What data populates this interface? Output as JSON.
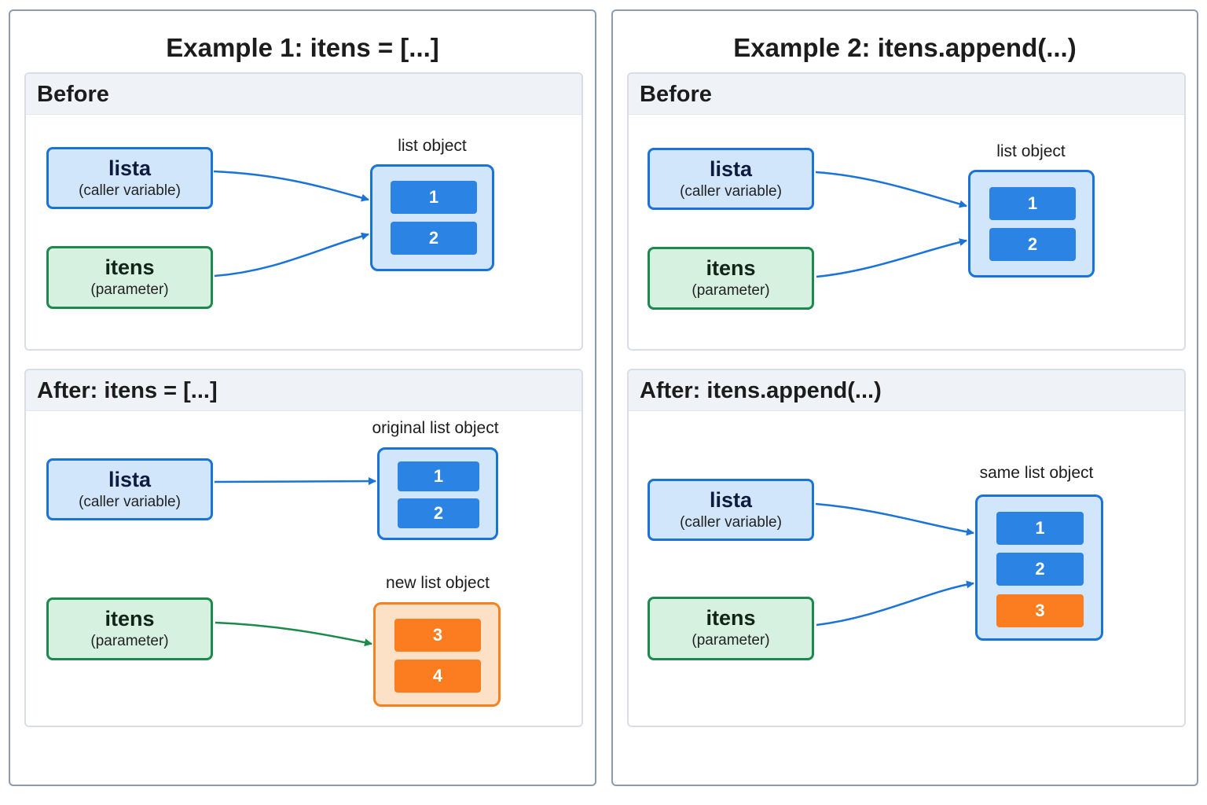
{
  "colors": {
    "blue_accent": "#1a73d9",
    "blue_fill": "#d1e6fb",
    "green_accent": "#1c8a4c",
    "green_fill": "#d7f1e0",
    "orange_accent": "#f58220",
    "orange_fill": "#fde1c6"
  },
  "example1": {
    "title": "Example 1:  itens = [...]",
    "before": {
      "header": "Before",
      "var1": {
        "name": "lista",
        "desc": "(caller variable)"
      },
      "var2": {
        "name": "itens",
        "desc": "(parameter)"
      },
      "object_label": "list object",
      "items": [
        "1",
        "2"
      ]
    },
    "after": {
      "header": "After:  itens = [...]",
      "var1": {
        "name": "lista",
        "desc": "(caller variable)"
      },
      "var2": {
        "name": "itens",
        "desc": "(parameter)"
      },
      "object1_label": "original list object",
      "object1_items": [
        "1",
        "2"
      ],
      "object2_label": "new list object",
      "object2_items": [
        "3",
        "4"
      ]
    }
  },
  "example2": {
    "title": "Example 2:  itens.append(...)",
    "before": {
      "header": "Before",
      "var1": {
        "name": "lista",
        "desc": "(caller variable)"
      },
      "var2": {
        "name": "itens",
        "desc": "(parameter)"
      },
      "object_label": "list object",
      "items": [
        "1",
        "2"
      ]
    },
    "after": {
      "header": "After:  itens.append(...)",
      "var1": {
        "name": "lista",
        "desc": "(caller variable)"
      },
      "var2": {
        "name": "itens",
        "desc": "(parameter)"
      },
      "object_label": "same list object",
      "items": [
        "1",
        "2",
        "3"
      ]
    }
  }
}
